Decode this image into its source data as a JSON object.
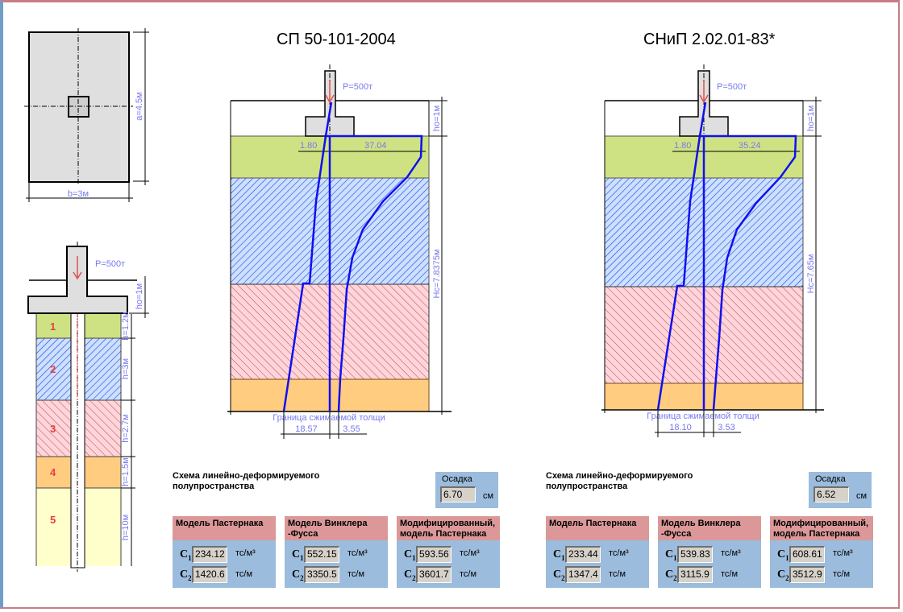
{
  "titles": {
    "left": "СП 50-101-2004",
    "right": "СНиП 2.02.01-83*"
  },
  "plan": {
    "a_label": "a=4.5м",
    "b_label": "b=3м"
  },
  "section": {
    "load": "P=500т",
    "ho": "ho=1м",
    "layers": [
      {
        "num": "1",
        "h": "h=1.2м",
        "color": "#cfe283"
      },
      {
        "num": "2",
        "h": "h=3м",
        "color": "#cce0ff"
      },
      {
        "num": "3",
        "h": "h=2.7м",
        "color": "#ffd4dc"
      },
      {
        "num": "4",
        "h": "h=1.5м",
        "color": "#ffcc80"
      },
      {
        "num": "5",
        "h": "h=10м",
        "color": "#ffffcc"
      }
    ]
  },
  "diagrams": [
    {
      "load": "P=500т",
      "ho": "ho=1м",
      "hc": "Hc=7.8375м",
      "top_left": "1.80",
      "top_right": "37.04",
      "boundary": "Граница сжимаемой толщи",
      "bot_left": "18.57",
      "bot_right": "3.55"
    },
    {
      "load": "P=500т",
      "ho": "ho=1м",
      "hc": "Hc=7.65м",
      "top_left": "1.80",
      "top_right": "35.24",
      "boundary": "Граница сжимаемой толщи",
      "bot_left": "18.10",
      "bot_right": "3.53"
    }
  ],
  "results": [
    {
      "scheme": "Схема линейно-деформируемого полупространства",
      "osadka_label": "Осадка",
      "osadka": "6.70",
      "osadka_unit": "см",
      "models": [
        {
          "title": "Модель Пастернака",
          "c1": "234.12",
          "c2": "1420.6"
        },
        {
          "title": "Модель Винклера -Фусса",
          "c1": "552.15",
          "c2": "3350.5"
        },
        {
          "title": "Модифицированный, модель Пастернака",
          "c1": "593.56",
          "c2": "3601.7"
        }
      ]
    },
    {
      "scheme": "Схема линейно-деформируемого полупространства",
      "osadka_label": "Осадка",
      "osadka": "6.52",
      "osadka_unit": "см",
      "models": [
        {
          "title": "Модель Пастернака",
          "c1": "233.44",
          "c2": "1347.4"
        },
        {
          "title": "Модель Винклера -Фусса",
          "c1": "539.83",
          "c2": "3115.9"
        },
        {
          "title": "Модифицированный, модель Пастернака",
          "c1": "608.61",
          "c2": "3512.9"
        }
      ]
    }
  ],
  "labels": {
    "c1": "C",
    "c2": "C",
    "sub1": "1",
    "sub2": "2",
    "unit_c1": "тс/м³",
    "unit_c2": "тс/м"
  }
}
